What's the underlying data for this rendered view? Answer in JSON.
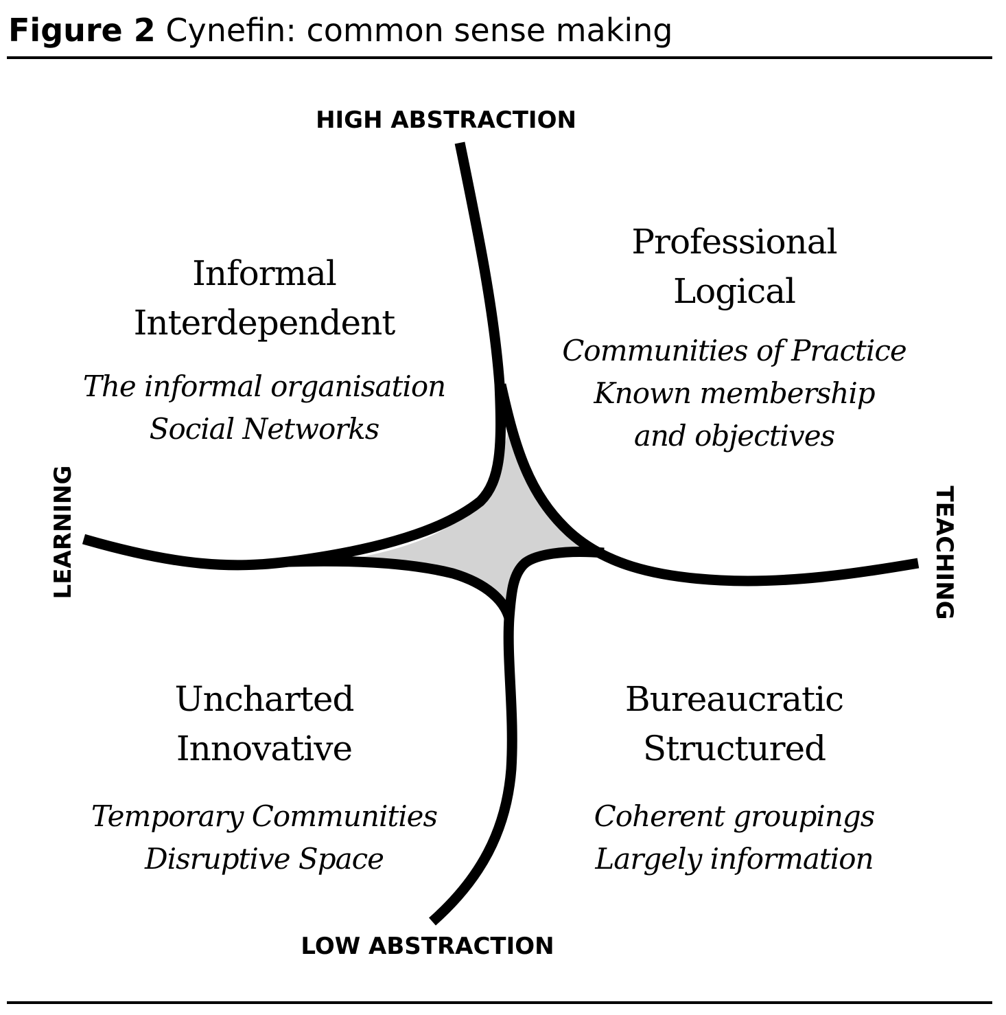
{
  "caption": {
    "label": "Figure 2",
    "text": "Cynefin: common sense making"
  },
  "axes": {
    "top": "HIGH ABSTRACTION",
    "bottom": "LOW ABSTRACTION",
    "left": "LEARNING",
    "right": "TEACHING"
  },
  "quadrants": {
    "top_left": {
      "title": [
        "Informal",
        "Interdependent"
      ],
      "subtitle": [
        "The informal organisation",
        "Social Networks"
      ]
    },
    "top_right": {
      "title": [
        "Professional",
        "Logical"
      ],
      "subtitle": [
        "Communities of Practice",
        "Known membership",
        "and objectives"
      ]
    },
    "bottom_left": {
      "title": [
        "Uncharted",
        "Innovative"
      ],
      "subtitle": [
        "Temporary Communities",
        "Disruptive Space"
      ]
    },
    "bottom_right": {
      "title": [
        "Bureaucratic",
        "Structured"
      ],
      "subtitle": [
        "Coherent groupings",
        "Largely information"
      ]
    }
  },
  "colors": {
    "line": "#000000",
    "center_fill": "#d3d3d3"
  }
}
